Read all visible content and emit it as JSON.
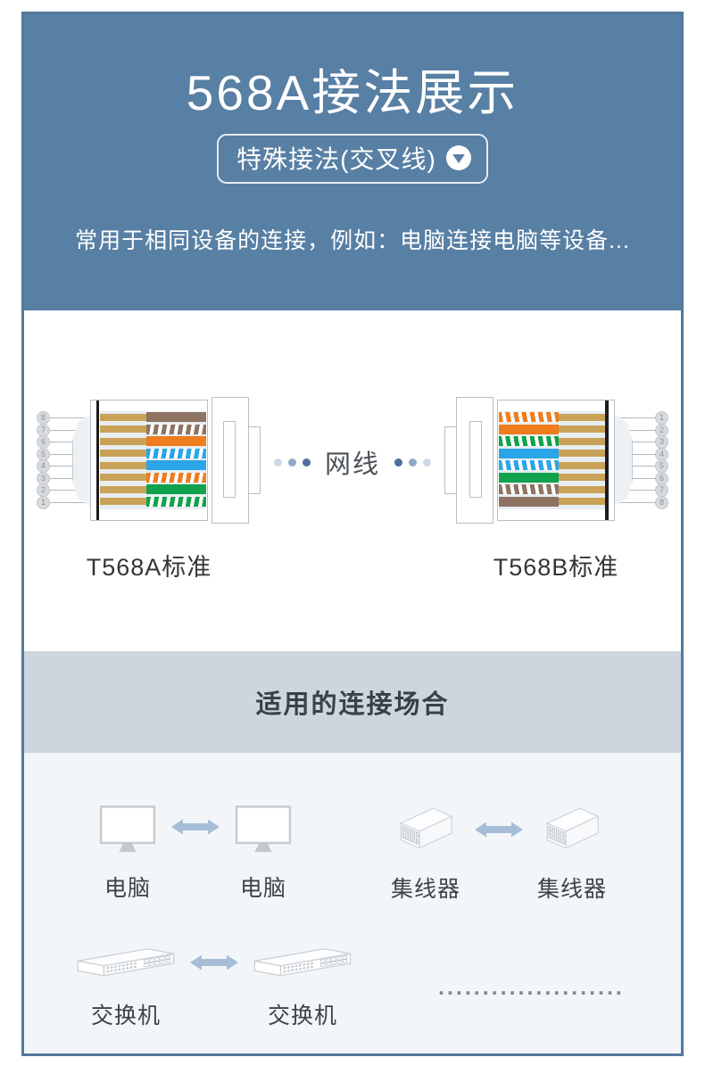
{
  "page": {
    "header": {
      "title": "568A接法展示",
      "badge_label": "特殊接法(交叉线)",
      "badge_icon": "chevron-down-icon",
      "subtitle": "常用于相同设备的连接，例如：电脑连接电脑等设备..."
    },
    "wiring": {
      "center_label": "网线",
      "connectors": [
        {
          "label": "T568A标准",
          "orientation": "left",
          "pins_top_to_bottom": [
            8,
            7,
            6,
            5,
            4,
            3,
            2,
            1
          ],
          "wires_top_to_bottom": [
            {
              "pin": 8,
              "color": "brown",
              "style": "solid",
              "hex": "#8e7262"
            },
            {
              "pin": 7,
              "color": "white-brown",
              "style": "striped",
              "hex": "#8e7262"
            },
            {
              "pin": 6,
              "color": "orange",
              "style": "solid",
              "hex": "#ef7c1d"
            },
            {
              "pin": 5,
              "color": "white-blue",
              "style": "striped",
              "hex": "#2aa5e8"
            },
            {
              "pin": 4,
              "color": "blue",
              "style": "solid",
              "hex": "#2aa5e8"
            },
            {
              "pin": 3,
              "color": "white-orange",
              "style": "striped",
              "hex": "#ef7c1d"
            },
            {
              "pin": 2,
              "color": "green",
              "style": "solid",
              "hex": "#10a24d"
            },
            {
              "pin": 1,
              "color": "white-green",
              "style": "striped",
              "hex": "#10a24d"
            }
          ]
        },
        {
          "label": "T568B标准",
          "orientation": "right",
          "pins_top_to_bottom": [
            1,
            2,
            3,
            4,
            5,
            6,
            7,
            8
          ],
          "wires_top_to_bottom": [
            {
              "pin": 1,
              "color": "white-orange",
              "style": "striped",
              "hex": "#ef7c1d"
            },
            {
              "pin": 2,
              "color": "orange",
              "style": "solid",
              "hex": "#ef7c1d"
            },
            {
              "pin": 3,
              "color": "white-green",
              "style": "striped",
              "hex": "#10a24d"
            },
            {
              "pin": 4,
              "color": "blue",
              "style": "solid",
              "hex": "#2aa5e8"
            },
            {
              "pin": 5,
              "color": "white-blue",
              "style": "striped",
              "hex": "#2aa5e8"
            },
            {
              "pin": 6,
              "color": "green",
              "style": "solid",
              "hex": "#10a24d"
            },
            {
              "pin": 7,
              "color": "white-brown",
              "style": "striped",
              "hex": "#8e7262"
            },
            {
              "pin": 8,
              "color": "brown",
              "style": "solid",
              "hex": "#8e7262"
            }
          ]
        }
      ]
    },
    "scenarios": {
      "title": "适用的连接场合",
      "pairs": [
        {
          "left": {
            "icon": "computer-icon",
            "label": "电脑"
          },
          "right": {
            "icon": "computer-icon",
            "label": "电脑"
          }
        },
        {
          "left": {
            "icon": "hub-icon",
            "label": "集线器"
          },
          "right": {
            "icon": "hub-icon",
            "label": "集线器"
          }
        },
        {
          "left": {
            "icon": "switch-icon",
            "label": "交换机"
          },
          "right": {
            "icon": "switch-icon",
            "label": "交换机"
          }
        }
      ],
      "ellipsis": "....................."
    },
    "colors": {
      "header_bg": "#587fa4",
      "band_bg": "#cdd6de",
      "panel_bg": "#f3f6f9",
      "page_border": "#54789d",
      "arrow_accent": "#a6bdd8",
      "contact_gold": "#c9a257",
      "net_dots": [
        "#ccd8e8",
        "#92aac9",
        "#4e709e"
      ]
    }
  }
}
